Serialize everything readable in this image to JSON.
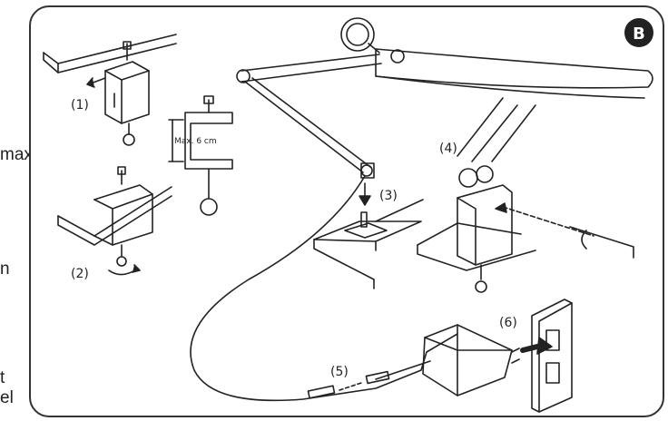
{
  "side_text": [
    "maximale",
    "n",
    "t",
    "el"
  ],
  "panel_badge": "B",
  "clamp_label": "Max. 6 cm",
  "steps": [
    "(1)",
    "(2)",
    "(3)",
    "(4)",
    "(5)",
    "(6)"
  ]
}
